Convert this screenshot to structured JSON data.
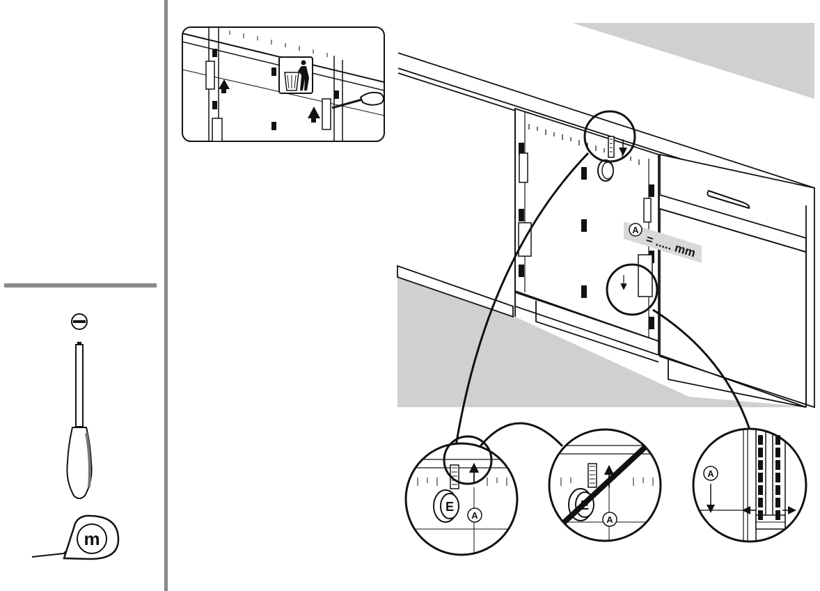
{
  "tools": {
    "screwdriver_symbol": "flat-head",
    "tape_measure_label": "m"
  },
  "callouts": {
    "measure_note_letter": "A",
    "measure_note_text": "= ..... mm",
    "detail_letter_a1": "A",
    "detail_letter_a2": "A",
    "detail_letter_a3": "A",
    "hinge_letter_1": "E",
    "hinge_letter_2": "E"
  },
  "icons": {
    "dispose": "trash-bin-icon",
    "arrow": "up-arrow-icon"
  },
  "colors": {
    "line": "#111111",
    "floor": "#d0d0d0",
    "divider": "#8a8a8a",
    "note_band": "#d9d9d9"
  }
}
